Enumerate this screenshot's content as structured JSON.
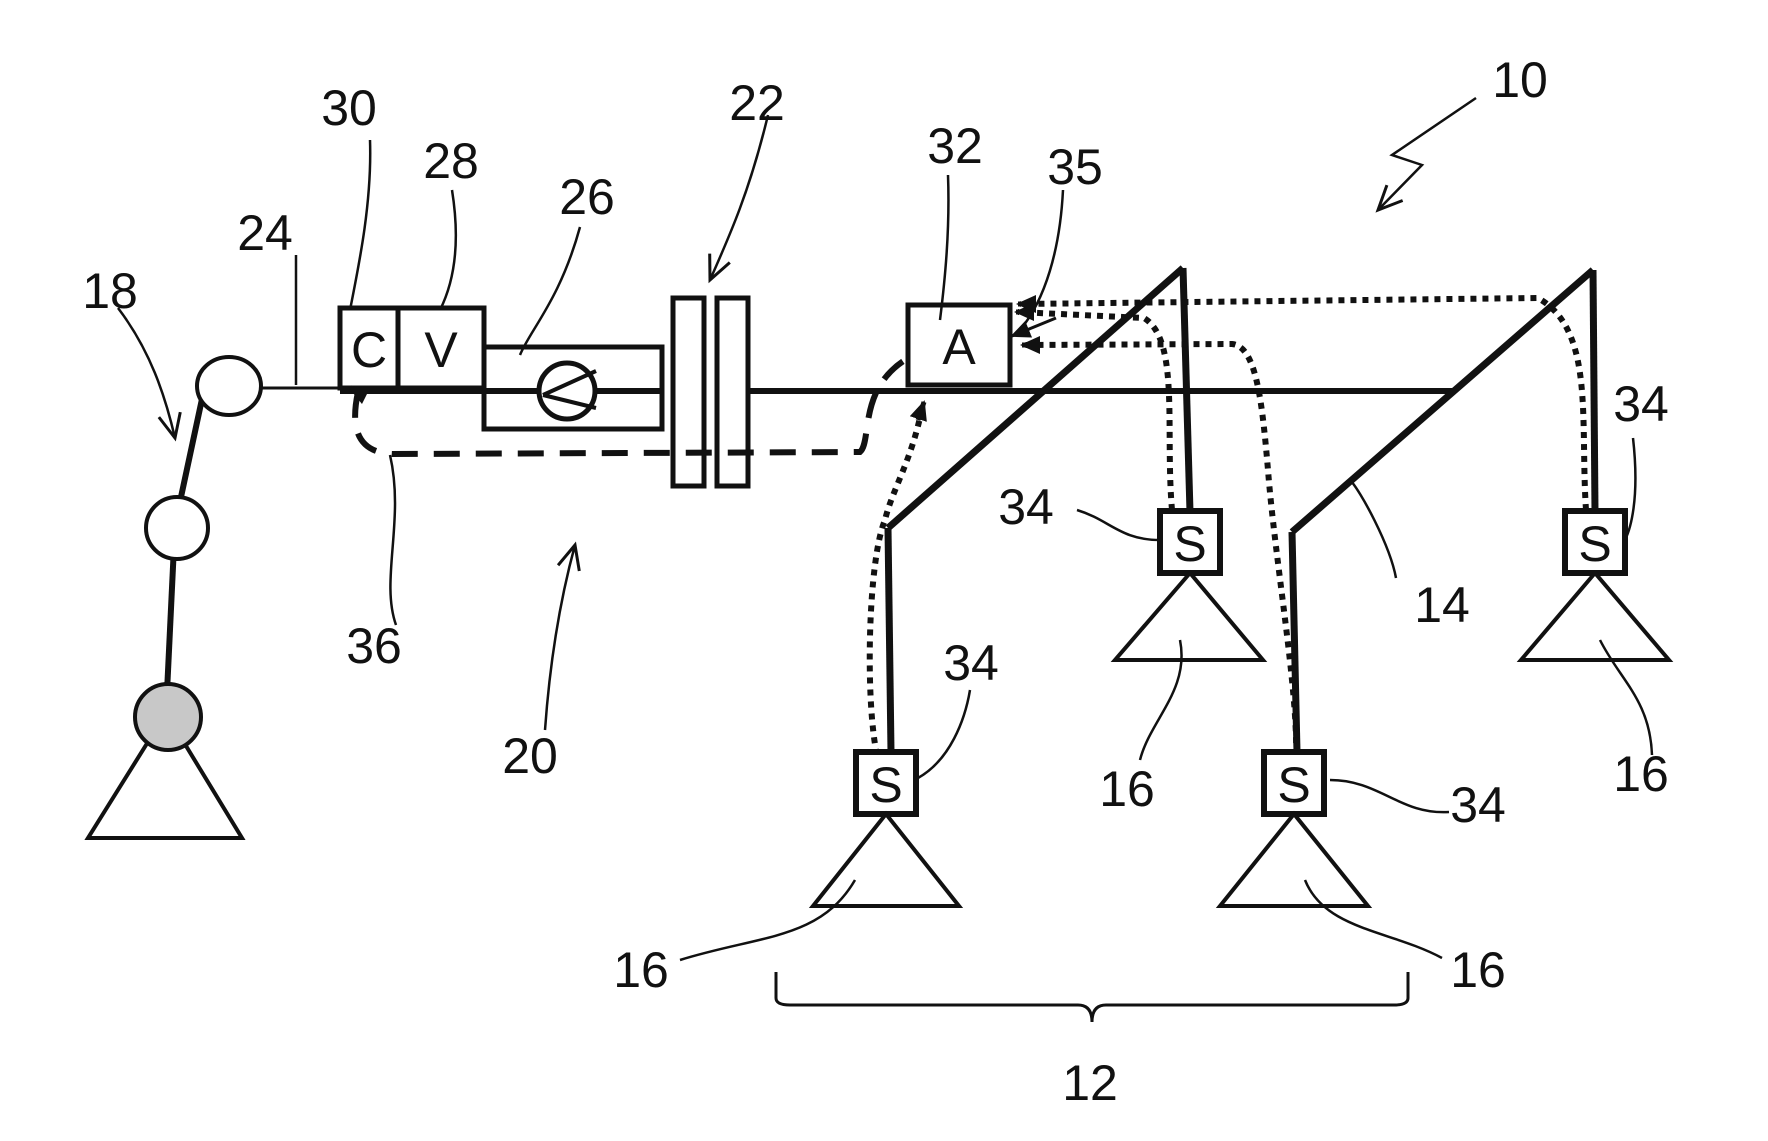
{
  "colors": {
    "stroke": "#111111",
    "background": "#ffffff",
    "joint_fill": "#c8c8c8"
  },
  "box_letters": {
    "controller": "C",
    "valve": "V",
    "analyzer": "A",
    "sensor": "S"
  },
  "references": {
    "system": "10",
    "group": "12",
    "frame": "14",
    "support_first": "16",
    "support_second": "16",
    "support_third": "16",
    "support_fourth": "16",
    "arm": "18",
    "path_arrow": "20",
    "coupling": "22",
    "line": "24",
    "pump": "26",
    "valve": "28",
    "controller": "30",
    "analyzer": "32",
    "sensor_first": "34",
    "sensor_second": "34",
    "sensor_third": "34",
    "sensor_fourth": "34",
    "signal_input": "35",
    "feedback_line": "36"
  }
}
